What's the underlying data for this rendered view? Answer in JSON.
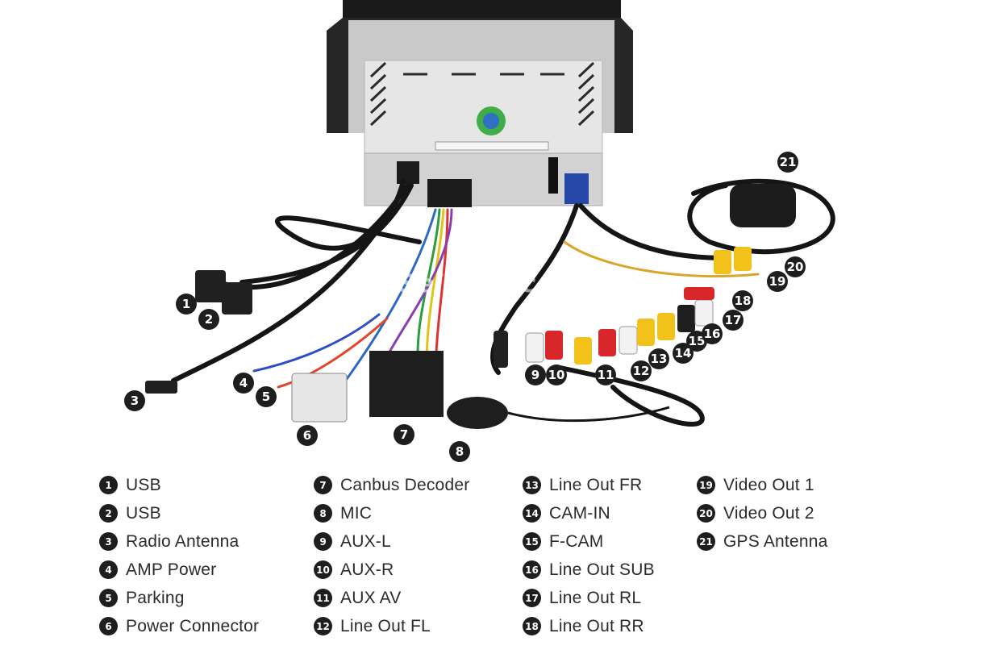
{
  "callouts": [
    {
      "num": "1"
    },
    {
      "num": "2"
    },
    {
      "num": "3"
    },
    {
      "num": "4"
    },
    {
      "num": "5"
    },
    {
      "num": "6"
    },
    {
      "num": "7"
    },
    {
      "num": "8"
    },
    {
      "num": "9"
    },
    {
      "num": "10"
    },
    {
      "num": "11"
    },
    {
      "num": "12"
    },
    {
      "num": "13"
    },
    {
      "num": "14"
    },
    {
      "num": "15"
    },
    {
      "num": "16"
    },
    {
      "num": "17"
    },
    {
      "num": "18"
    },
    {
      "num": "19"
    },
    {
      "num": "20"
    },
    {
      "num": "21"
    }
  ],
  "legend": {
    "col1": [
      {
        "num": "1",
        "label": "USB"
      },
      {
        "num": "2",
        "label": "USB"
      },
      {
        "num": "3",
        "label": "Radio Antenna"
      },
      {
        "num": "4",
        "label": "AMP Power"
      },
      {
        "num": "5",
        "label": "Parking"
      },
      {
        "num": "6",
        "label": "Power Connector"
      }
    ],
    "col2": [
      {
        "num": "7",
        "label": "Canbus Decoder"
      },
      {
        "num": "8",
        "label": "MIC"
      },
      {
        "num": "9",
        "label": "AUX-L"
      },
      {
        "num": "10",
        "label": "AUX-R"
      },
      {
        "num": "11",
        "label": "AUX AV"
      },
      {
        "num": "12",
        "label": "Line Out FL"
      }
    ],
    "col3": [
      {
        "num": "13",
        "label": "Line Out FR"
      },
      {
        "num": "14",
        "label": "CAM-IN"
      },
      {
        "num": "15",
        "label": "F-CAM"
      },
      {
        "num": "16",
        "label": "Line Out SUB"
      },
      {
        "num": "17",
        "label": "Line Out RL"
      },
      {
        "num": "18",
        "label": "Line Out RR"
      }
    ],
    "col4": [
      {
        "num": "19",
        "label": "Video Out 1"
      },
      {
        "num": "20",
        "label": "Video Out 2"
      },
      {
        "num": "21",
        "label": "GPS Antenna"
      }
    ]
  },
  "watermark": "Seicane.com",
  "colors": {
    "badge": "#1e1e1e",
    "unit_silver": "#d9d9d9",
    "cable": "#151515",
    "rca_yellow": "#f2c21a",
    "rca_red": "#d8262a"
  }
}
